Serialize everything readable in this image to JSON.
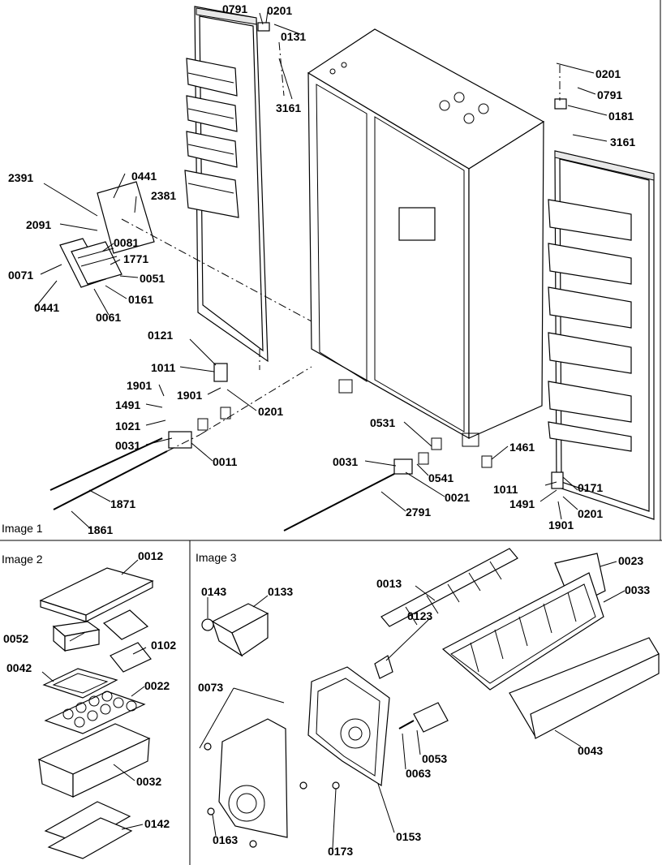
{
  "panels": {
    "image1": {
      "title": "Image 1",
      "callouts": [
        "0791",
        "0201",
        "0131",
        "3161",
        "0201",
        "0791",
        "0181",
        "3161",
        "0441",
        "2391",
        "2381",
        "2091",
        "0081",
        "1771",
        "0071",
        "0051",
        "0441",
        "0161",
        "0061",
        "0121",
        "1011",
        "1901",
        "1901",
        "0201",
        "1491",
        "1021",
        "0031",
        "0011",
        "1871",
        "1861",
        "0531",
        "0031",
        "0541",
        "1461",
        "0021",
        "1011",
        "0171",
        "1491",
        "2791",
        "0201",
        "1901"
      ]
    },
    "image2": {
      "title": "Image 2",
      "callouts": [
        "0012",
        "0052",
        "0102",
        "0042",
        "0022",
        "0032",
        "0142"
      ]
    },
    "image3": {
      "title": "Image 3",
      "callouts": [
        "0143",
        "0133",
        "0013",
        "0023",
        "0033",
        "0123",
        "0073",
        "0053",
        "0063",
        "0043",
        "0163",
        "0173",
        "0153"
      ]
    }
  },
  "icons": {
    "screw": "screw-icon",
    "hinge": "hinge-icon"
  }
}
